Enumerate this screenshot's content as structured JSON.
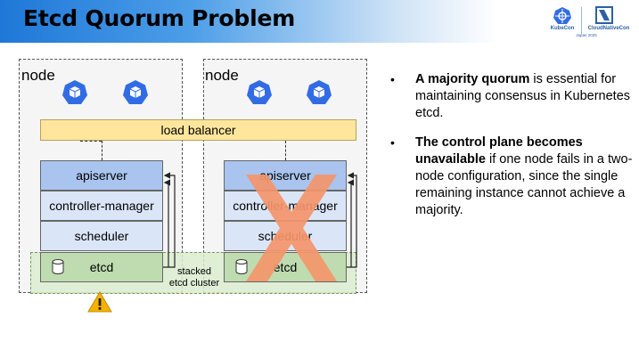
{
  "header": {
    "title": "Etcd Quorum Problem",
    "logos": {
      "kubecon": "KubeCon",
      "cloudnativecon": "CloudNativeCon",
      "event": "Japan 2025"
    }
  },
  "diagram": {
    "nodes": [
      {
        "label": "node",
        "components": [
          "apiserver",
          "controller-manager",
          "scheduler",
          "etcd"
        ],
        "failed": false
      },
      {
        "label": "node",
        "components": [
          "apiserver",
          "controller-manager",
          "scheduler",
          "etcd"
        ],
        "failed": true
      }
    ],
    "load_balancer": "load balancer",
    "etcd_cluster_label_1": "stacked",
    "etcd_cluster_label_2": "etcd cluster",
    "colors": {
      "apiserver": "#a9c4ee",
      "controller": "#dae6f8",
      "etcd": "#bedcaf",
      "load_balancer": "#ffe69c",
      "failure_cross": "#f4956a",
      "k8s_icon": "#326ce5",
      "warning": "#f5b300"
    },
    "icons": [
      "kubernetes-icon",
      "kubernetes-icon",
      "kubernetes-icon",
      "kubernetes-icon",
      "database-icon",
      "warning-icon",
      "failure-cross"
    ]
  },
  "bullets": [
    {
      "bold": "A majority quorum",
      "text": " is essential for maintaining consensus in Kubernetes etcd."
    },
    {
      "bold": "The control plane becomes unavailable",
      "text": " if one node fails in a two-node configuration, since the single remaining instance cannot achieve a majority."
    }
  ]
}
